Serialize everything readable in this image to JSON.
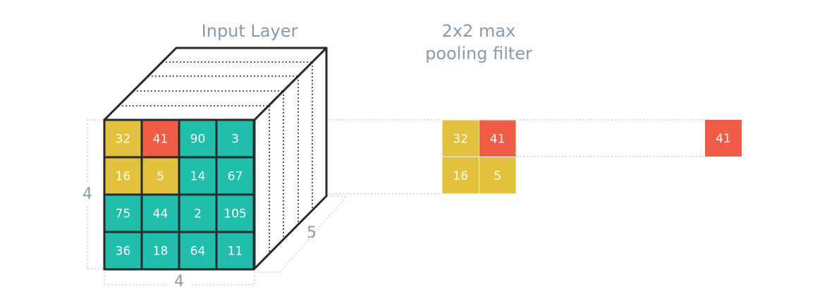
{
  "title": "Input Layer",
  "filter_label": [
    "2x2 max",
    "pooling filter"
  ],
  "dims": {
    "height": "4",
    "width": "4",
    "depth": "5"
  },
  "colors": {
    "teal": "#1fbfac",
    "yellow": "#e2c13d",
    "red": "#f05c45",
    "outline": "#262a2e",
    "label": "#8a9aa9",
    "guide": "#c6c9cc"
  },
  "input_grid": [
    [
      {
        "v": "32",
        "c": "yellow"
      },
      {
        "v": "41",
        "c": "red"
      },
      {
        "v": "90",
        "c": "teal"
      },
      {
        "v": "3",
        "c": "teal"
      }
    ],
    [
      {
        "v": "16",
        "c": "yellow"
      },
      {
        "v": "5",
        "c": "yellow"
      },
      {
        "v": "14",
        "c": "teal"
      },
      {
        "v": "67",
        "c": "teal"
      }
    ],
    [
      {
        "v": "75",
        "c": "teal"
      },
      {
        "v": "44",
        "c": "teal"
      },
      {
        "v": "2",
        "c": "teal"
      },
      {
        "v": "105",
        "c": "teal"
      }
    ],
    [
      {
        "v": "36",
        "c": "teal"
      },
      {
        "v": "18",
        "c": "teal"
      },
      {
        "v": "64",
        "c": "teal"
      },
      {
        "v": "11",
        "c": "teal"
      }
    ]
  ],
  "filter_grid": [
    [
      {
        "v": "32",
        "c": "yellow"
      },
      {
        "v": "41",
        "c": "red"
      }
    ],
    [
      {
        "v": "16",
        "c": "yellow"
      },
      {
        "v": "5",
        "c": "yellow"
      }
    ]
  ],
  "output": {
    "v": "41",
    "c": "red"
  }
}
